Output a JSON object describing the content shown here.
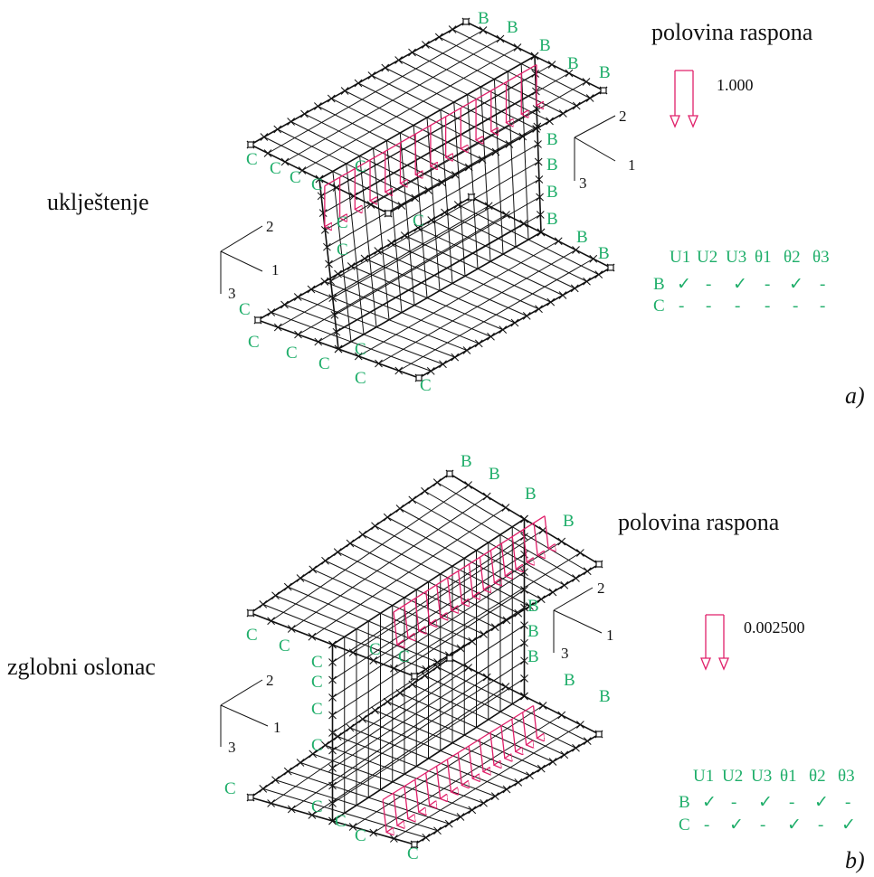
{
  "colors": {
    "support": "#1fae6a",
    "load": "#e0206a",
    "mesh": "#111111"
  },
  "panel_a": {
    "left_label": "uklještenje",
    "top_label": "polovina raspona",
    "load_value": "1.000",
    "axis_labels": [
      "2",
      "1",
      "3"
    ],
    "part_label": "a)",
    "support_table": {
      "headers": [
        "U1",
        "U2",
        "U3",
        "θ1",
        "θ2",
        "θ3"
      ],
      "rows": [
        {
          "name": "B",
          "cells": [
            "✓",
            "-",
            "✓",
            "-",
            "✓",
            "-"
          ]
        },
        {
          "name": "C",
          "cells": [
            "-",
            "-",
            "-",
            "-",
            "-",
            "-"
          ]
        }
      ]
    }
  },
  "panel_b": {
    "left_label": "zglobni oslonac",
    "top_label": "polovina raspona",
    "load_value": "0.002500",
    "axis_labels": [
      "2",
      "1",
      "3"
    ],
    "part_label": "b)",
    "support_table": {
      "headers": [
        "U1",
        "U2",
        "U3",
        "θ1",
        "θ2",
        "θ3"
      ],
      "rows": [
        {
          "name": "B",
          "cells": [
            "✓",
            "-",
            "✓",
            "-",
            "✓",
            "-"
          ]
        },
        {
          "name": "C",
          "cells": [
            "-",
            "✓",
            "-",
            "✓",
            "-",
            "✓"
          ]
        }
      ]
    }
  },
  "support_letters": {
    "b": "B",
    "c": "C"
  }
}
